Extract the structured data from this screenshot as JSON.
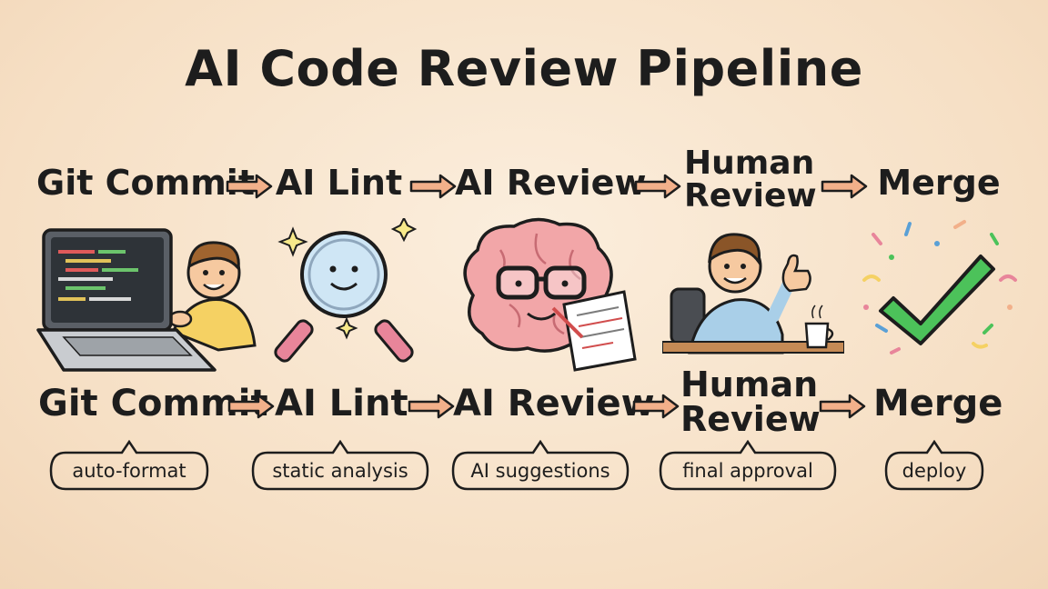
{
  "title": "AI Code Review Pipeline",
  "stages": [
    {
      "label": "Git Commit",
      "note": "auto-format",
      "icon": "laptop-developer-icon"
    },
    {
      "label": "AI Lint",
      "note": "static analysis",
      "icon": "magnifier-icon"
    },
    {
      "label": "AI Review",
      "note": "AI suggestions",
      "icon": "brain-reviewer-icon"
    },
    {
      "label_line1": "Human",
      "label_line2": "Review",
      "note": "final approval",
      "icon": "thumbs-up-reviewer-icon"
    },
    {
      "label": "Merge",
      "note": "deploy",
      "icon": "checkmark-confetti-icon"
    }
  ],
  "arrow_icon": "right-arrow-icon",
  "colors": {
    "background": "#f6dfc4",
    "ink": "#1d1d1d",
    "arrow_fill": "#f2b08a",
    "check_green": "#4cc25a",
    "brain_pink": "#f2a6a8",
    "lens_blue": "#cfe6f5",
    "shirt_yellow": "#f5d163",
    "shirt_blue": "#a9cfe8"
  }
}
